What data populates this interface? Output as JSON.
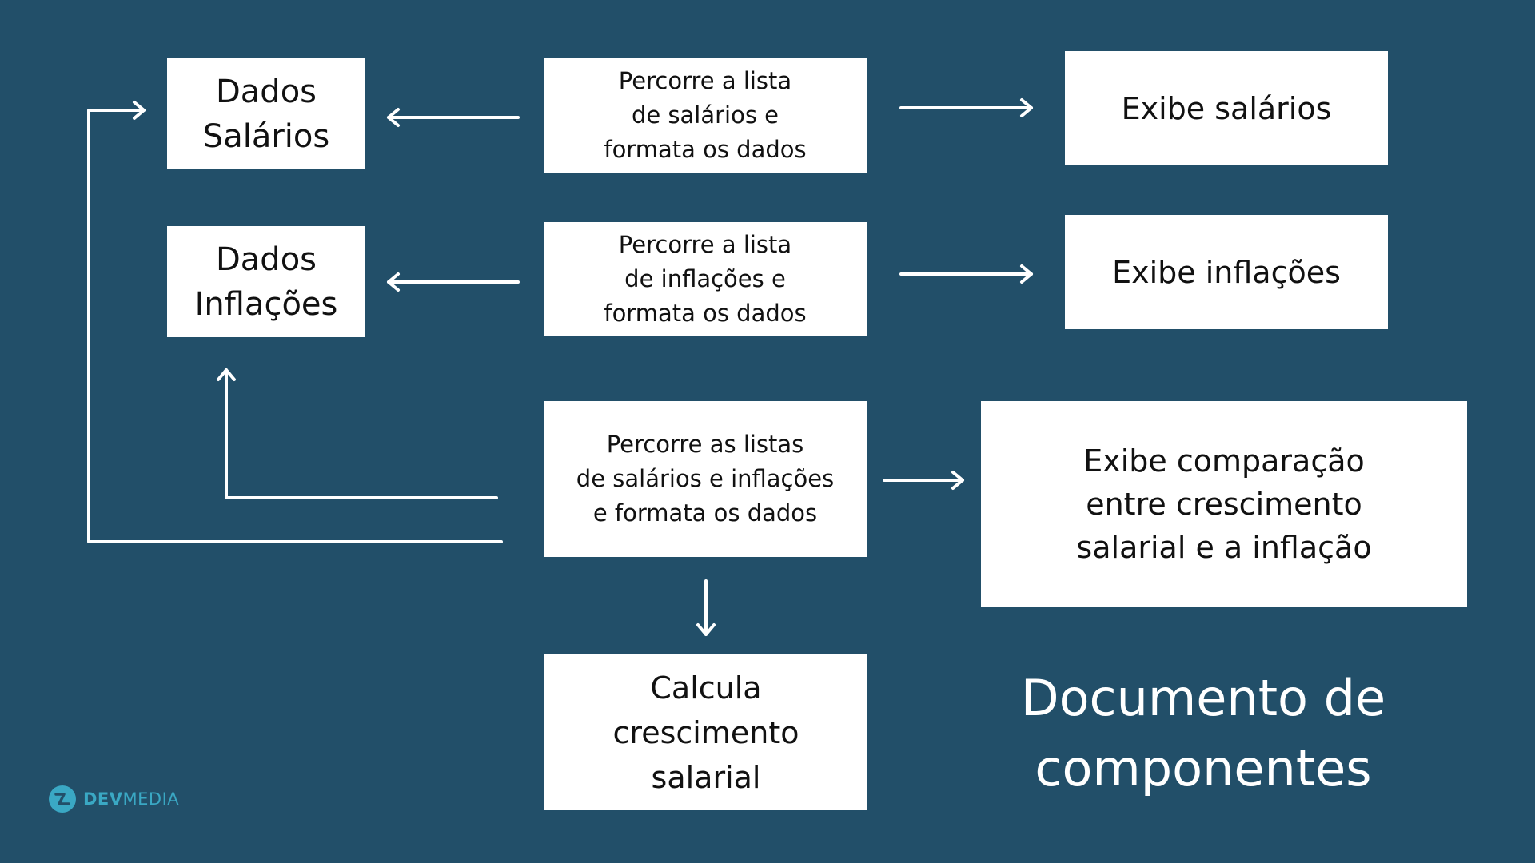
{
  "boxes": {
    "dados_salarios": "Dados\nSalários",
    "dados_inflacoes": "Dados\nInflações",
    "percorre_salarios": "Percorre a lista\nde salários e\nformata os dados",
    "percorre_inflacoes": "Percorre a lista\nde inflações e\nformata os dados",
    "percorre_ambas": "Percorre as listas\nde salários e inflações\ne  formata os dados",
    "exibe_salarios": "Exibe salários",
    "exibe_inflacoes": "Exibe inflações",
    "exibe_comparacao": "Exibe comparação\nentre crescimento\nsalarial e a inflação",
    "calcula": "Calcula\ncrescimento\nsalarial"
  },
  "title": "Documento de\ncomponentes",
  "logo": {
    "brand_bold": "DEV",
    "brand_light": "MEDIA"
  },
  "colors": {
    "background": "#224f69",
    "box": "#ffffff",
    "text": "#111111",
    "arrow": "#ffffff",
    "logo_accent": "#3aa8c4"
  }
}
